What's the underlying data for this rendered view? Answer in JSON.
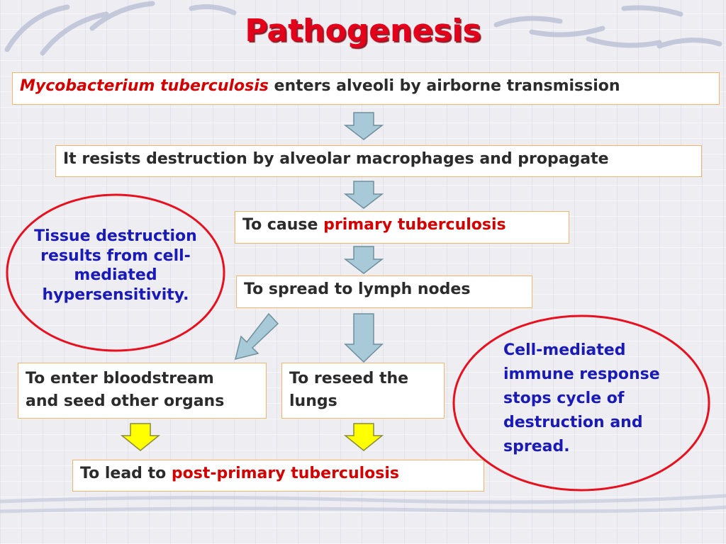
{
  "title": "Pathogenesis",
  "steps": {
    "s1": {
      "italic": "Mycobacterium tuberculosis",
      "rest": " enters alveoli by airborne transmission"
    },
    "s2": {
      "text": "It resists destruction by alveolar macrophages and propagate"
    },
    "s3": {
      "prefix": "To cause ",
      "highlight": "primary tuberculosis"
    },
    "s4": {
      "text": "To spread to lymph nodes"
    },
    "s5": {
      "line1": "To enter bloodstream",
      "line2": "and seed other organs"
    },
    "s6": {
      "line1": "To reseed the",
      "line2": "lungs"
    },
    "s7": {
      "prefix": "To lead to ",
      "highlight": "post-primary tuberculosis"
    }
  },
  "notes": {
    "left": {
      "l1": "Tissue destruction",
      "l2": "results from cell-",
      "l3": "mediated",
      "l4": "hypersensitivity."
    },
    "right": {
      "l1": "Cell-mediated",
      "l2": "immune response",
      "l3": "stops cycle of",
      "l4": "destruction and",
      "l5": "spread."
    }
  },
  "colors": {
    "title": "#e3001b",
    "highlight": "#d40000",
    "note_text": "#1a1ab8",
    "oval_border": "#e8101e",
    "arrow_blue": "#a7c9d8",
    "arrow_yellow": "#ffff00",
    "box_border": "#f3b56b"
  }
}
